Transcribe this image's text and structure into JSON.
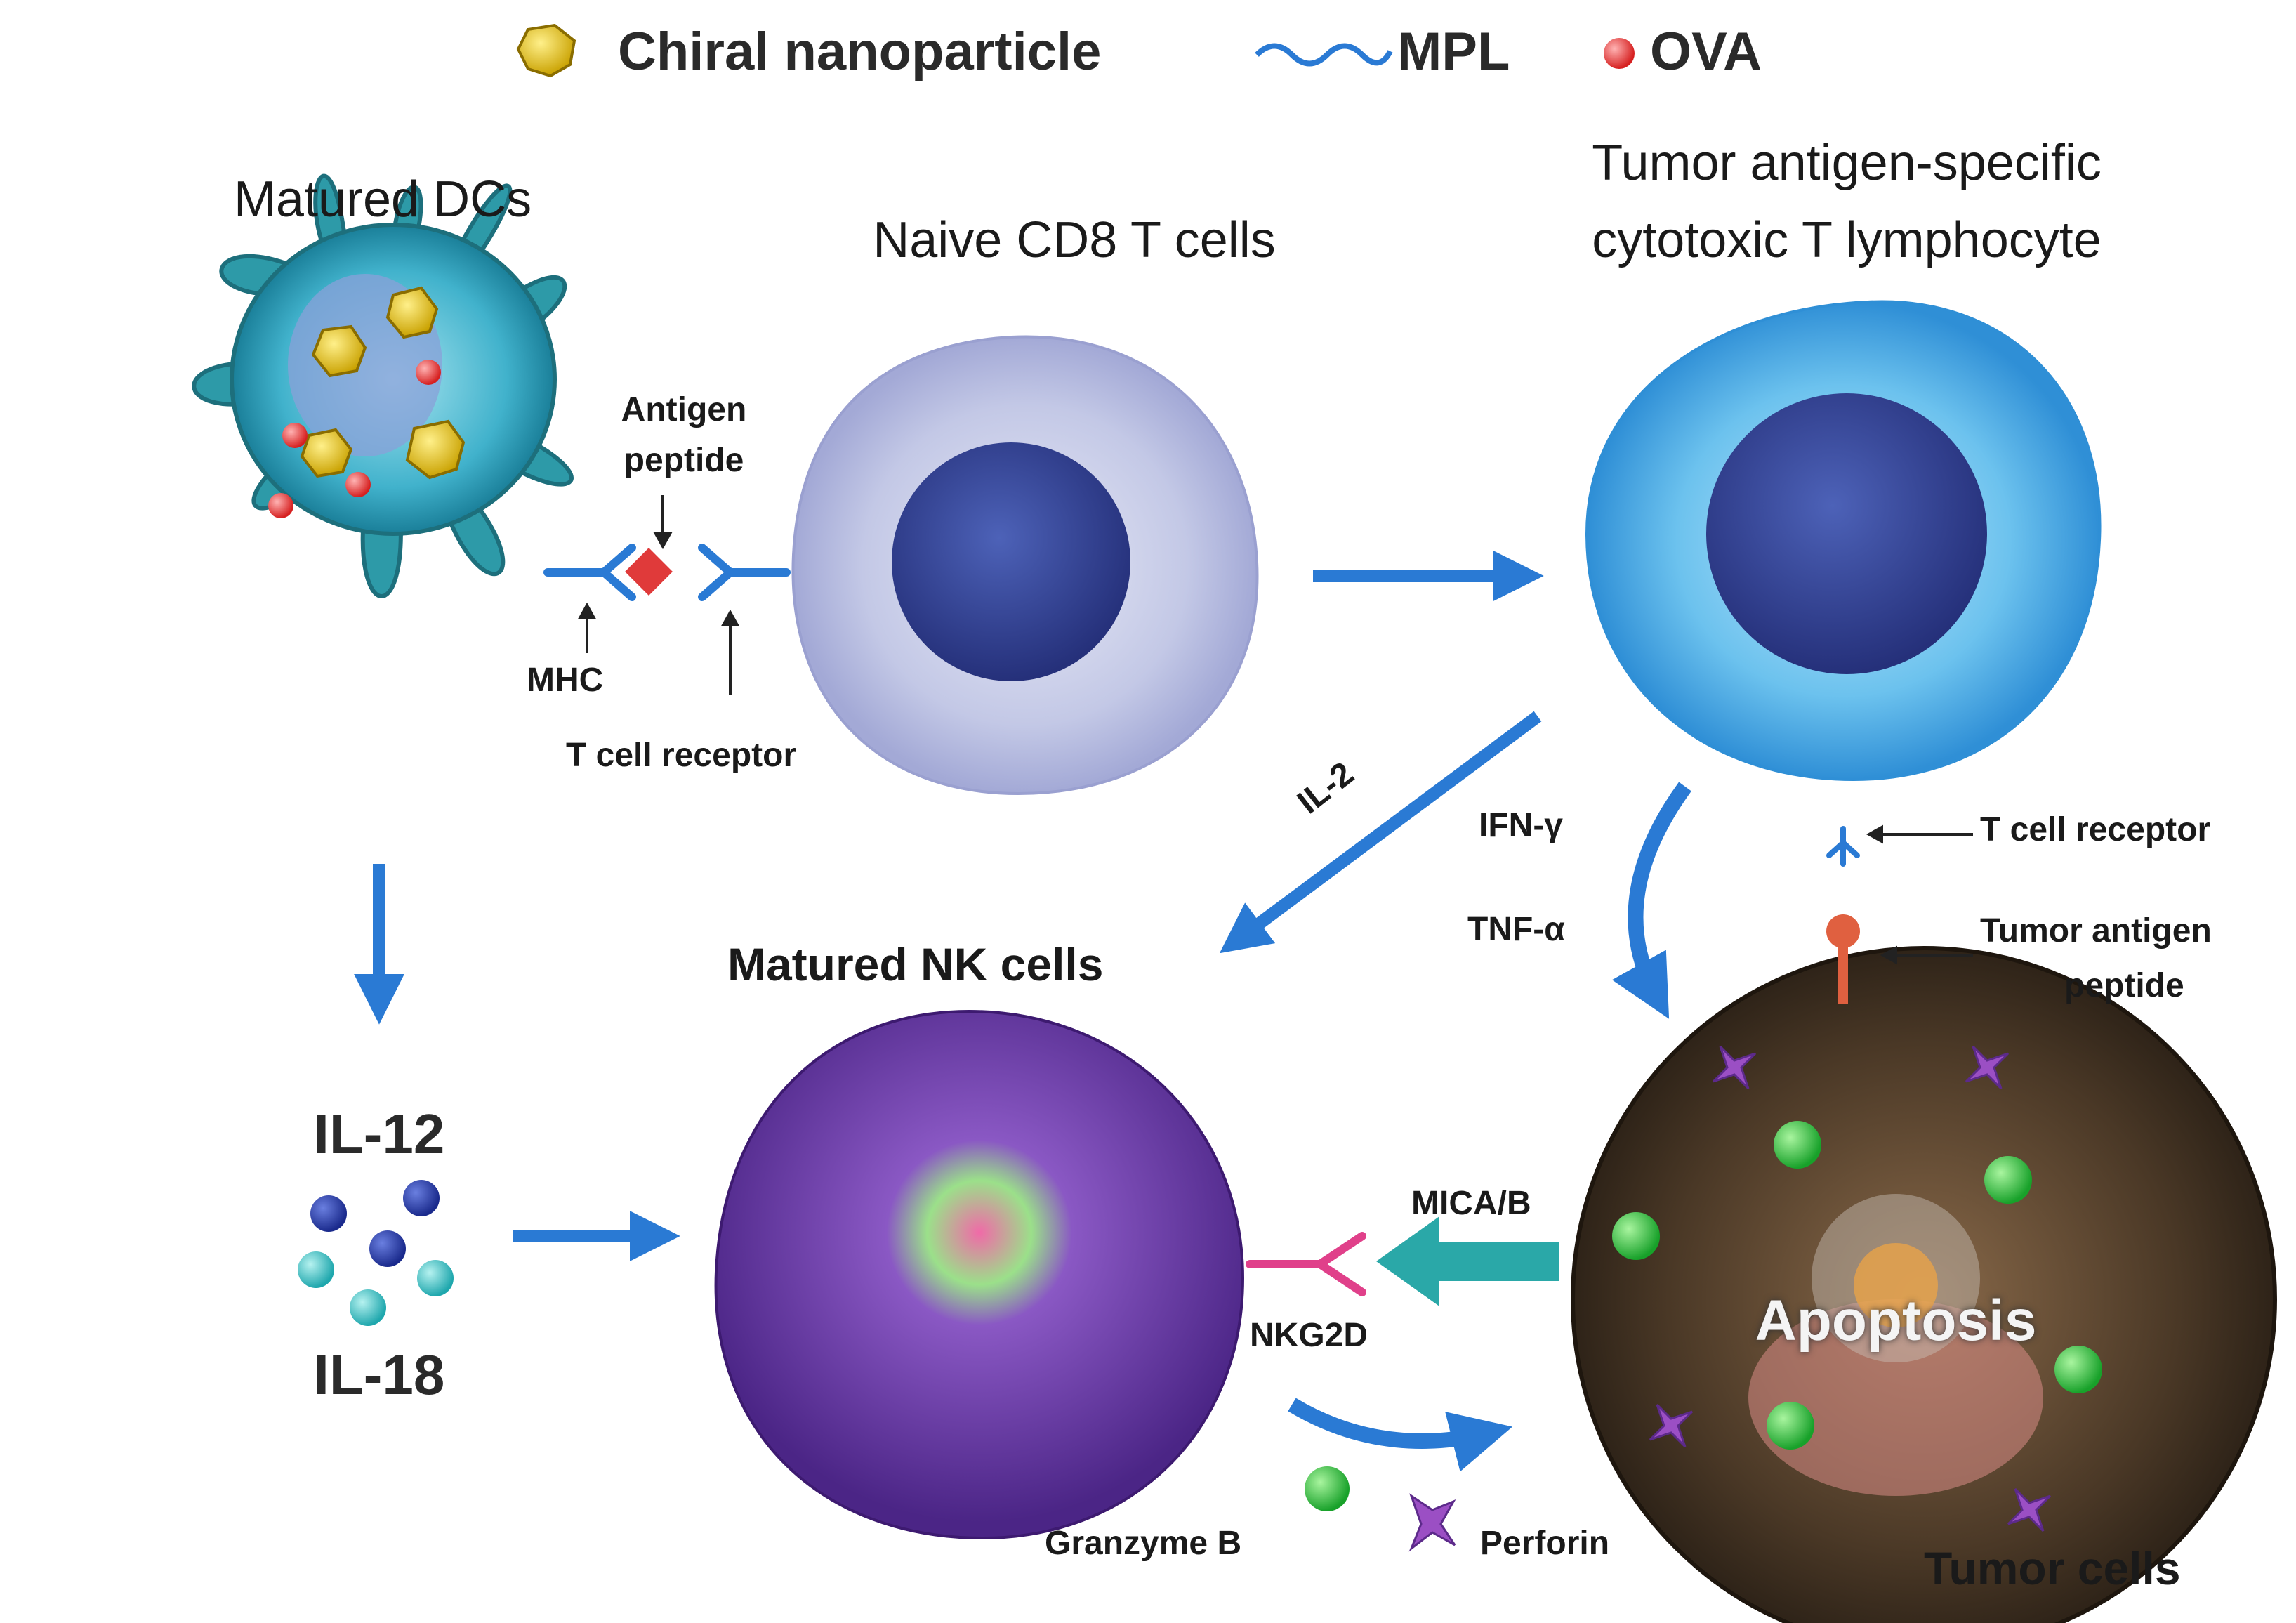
{
  "legend": {
    "nanoparticle": "Chiral nanoparticle",
    "mpl": "MPL",
    "ova": "OVA"
  },
  "labels": {
    "matured_dcs": "Matured DCs",
    "naive_cd8": "Naive CD8 T cells",
    "ctl_line1": "Tumor antigen-specific",
    "ctl_line2": "cytotoxic T lymphocyte",
    "antigen_line1": "Antigen",
    "antigen_line2": "peptide",
    "mhc": "MHC",
    "tcr_top": "T cell receptor",
    "il2": "IL-2",
    "ifn": "IFN-γ",
    "tnf": "TNF-α",
    "tcr_right": "T cell receptor",
    "tumor_ag_line1": "Tumor antigen",
    "tumor_ag_line2": "peptide",
    "matured_nk": "Matured NK cells",
    "il12": "IL-12",
    "il18": "IL-18",
    "mica": "MICA/B",
    "nkg2d": "NKG2D",
    "apoptosis": "Apoptosis",
    "granzyme": "Granzyme B",
    "perforin": "Perforin",
    "tumor_cells": "Tumor cells"
  },
  "colors": {
    "arrow": "#2a7ad4",
    "dc": "#2fa5c0",
    "naive": "#c9cde8",
    "ctl": "#5cb8e8",
    "nucleus": "#34469c",
    "nk": "#6a3fa8",
    "tumor": "#4a3a28",
    "granzyme": "#2fbf3a",
    "perforin": "#9b4fc4",
    "receptor_pink": "#e0408a",
    "mica_arrow": "#2aa8a8"
  }
}
